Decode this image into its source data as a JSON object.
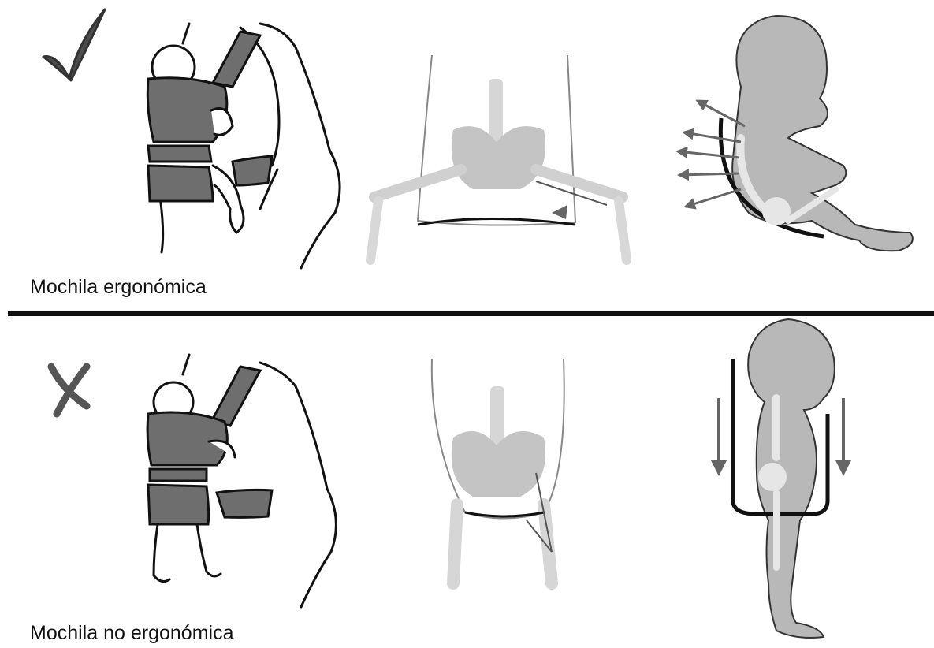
{
  "rows": [
    {
      "id": "ergonomic",
      "label": "Mochila ergonómica",
      "verdict_icon": "check-mark-icon",
      "illustrations": [
        "carrier-ergonomic-illustration",
        "pelvis-spread-squat-illustration",
        "baby-c-curve-spine-illustration"
      ]
    },
    {
      "id": "non-ergonomic",
      "label": "Mochila no ergonómica",
      "verdict_icon": "cross-mark-icon",
      "illustrations": [
        "carrier-non-ergonomic-illustration",
        "pelvis-hanging-legs-illustration",
        "baby-straight-spine-illustration"
      ]
    }
  ],
  "colors": {
    "line": "#111111",
    "fill_dark": "#6e6e6e",
    "fill_body": "#b8b8b8",
    "bone": "#d6d6d6",
    "arrow": "#666666",
    "mark": "#555555"
  }
}
